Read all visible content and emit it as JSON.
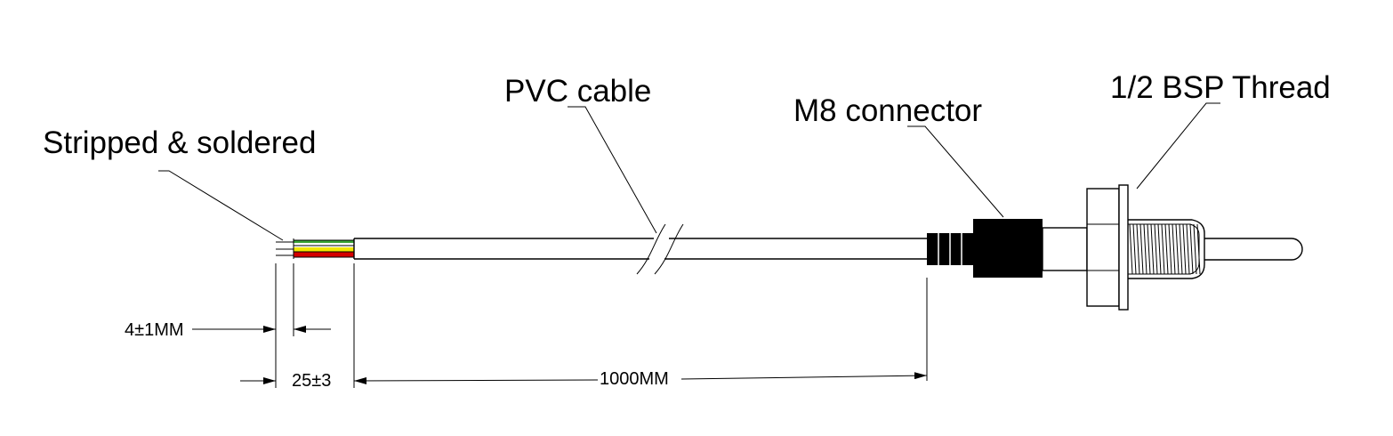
{
  "labels": {
    "stripped": "Stripped & soldered",
    "pvc_cable": "PVC cable",
    "m8_connector": "M8 connector",
    "bsp_thread": "1/2 BSP Thread"
  },
  "dimensions": {
    "strip_length": "4±1MM",
    "jacket_strip": "25±3",
    "cable_length": "1000MM"
  },
  "colors": {
    "line": "#000000",
    "connector": "#000000",
    "wire_yellow": "#f2e600",
    "wire_red": "#d40000",
    "wire_green": "#3aa335",
    "background": "#ffffff"
  }
}
